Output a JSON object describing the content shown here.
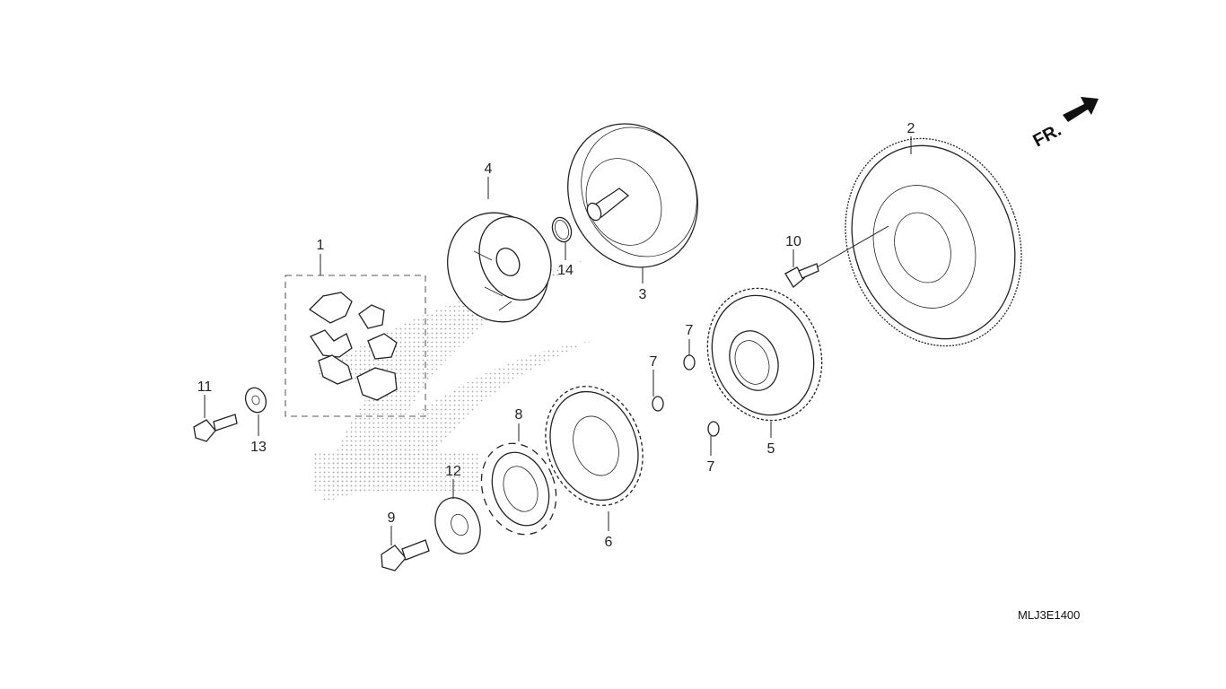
{
  "diagram": {
    "direction_label": "FR.",
    "drawing_code": "MLJ3E1400",
    "callouts": {
      "c1": "1",
      "c2": "2",
      "c3": "3",
      "c4": "4",
      "c5": "5",
      "c6": "6",
      "c7a": "7",
      "c7b": "7",
      "c7c": "7",
      "c8": "8",
      "c9": "9",
      "c10": "10",
      "c11": "11",
      "c12": "12",
      "c13": "13",
      "c14": "14"
    }
  }
}
